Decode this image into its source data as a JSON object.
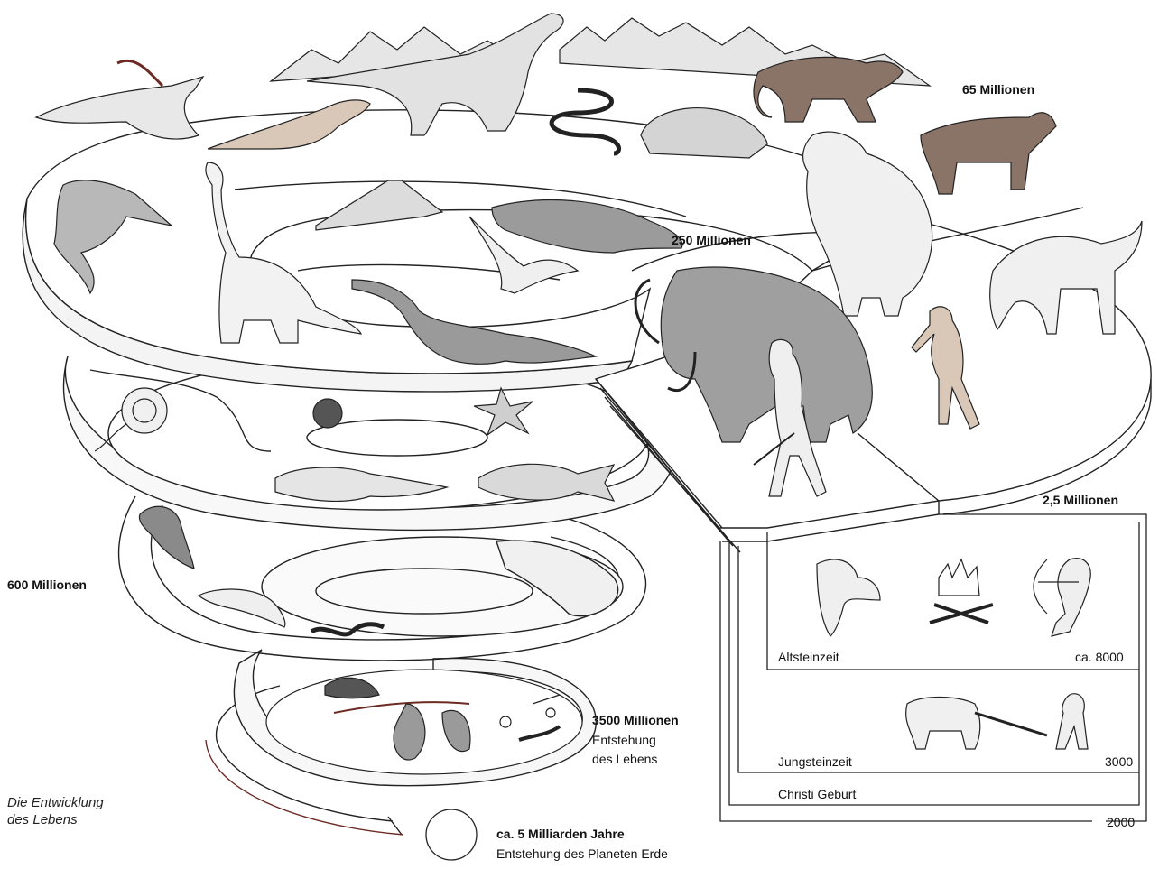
{
  "caption": {
    "line1": "Die Entwicklung",
    "line2": "des Lebens"
  },
  "milestones": {
    "m65": "65 Millionen",
    "m250": "250 Millionen",
    "m600": "600 Millionen",
    "m3500": "3500 Millionen",
    "m3500_sub1": "Entstehung",
    "m3500_sub2": "des Lebens",
    "m2_5": "2,5 Millionen",
    "planet": "ca. 5 Milliarden Jahre",
    "planet_sub": "Entstehung des Planeten Erde"
  },
  "timeline": {
    "altsteinzeit": "Altsteinzeit",
    "ca8000": "ca. 8000",
    "jungsteinzeit": "Jungsteinzeit",
    "y3000": "3000",
    "christi": "Christi Geburt",
    "y2000": "2000"
  },
  "icons": [
    "mountains-icon",
    "archaeopteryx-icon",
    "iguanodon-icon",
    "mammal-icon",
    "snake-icon",
    "tortoise-icon",
    "primate-icon",
    "horse-icon",
    "ichthyosaur-icon",
    "brachiosaurus-icon",
    "volcano-icon",
    "crocodile-icon",
    "pterosaur-icon",
    "plesiosaur-icon",
    "elephant-icon",
    "mammoth-icon",
    "hominid-icon",
    "caveman-icon",
    "ammonite-icon",
    "sea-urchin-icon",
    "starfish-icon",
    "amphibian-icon",
    "fish-icon",
    "trilobite-icon",
    "shrimp-icon",
    "worm-icon",
    "cell-icon",
    "hand-axe-icon",
    "fire-icon",
    "archer-icon",
    "plough-icon",
    "planet-icon"
  ]
}
